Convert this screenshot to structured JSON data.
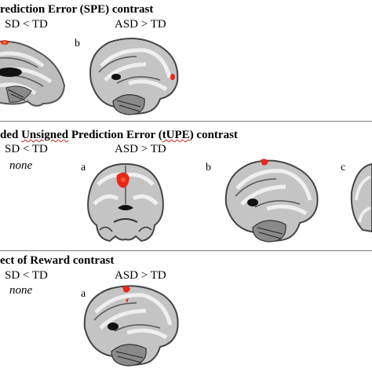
{
  "panels": [
    {
      "title_pre": "rediction Error (SPE) contrast",
      "col1": "SD < TD",
      "col2": "ASD > TD",
      "letters": [
        "b"
      ]
    },
    {
      "title_pre": "ded ",
      "title_squig": "Unsigned",
      "title_post": " Prediction Error (",
      "title_squig2": "tUPE",
      "title_end": ") contrast",
      "col1": "SD < TD",
      "col1_none": "none",
      "col2": "ASD > TD",
      "letters": [
        "a",
        "b",
        "c"
      ]
    },
    {
      "title_pre": "ect of Reward contrast",
      "col1": "SD < TD",
      "col1_none": "none",
      "col2": "ASD > TD",
      "letters": [
        "a"
      ]
    }
  ],
  "colors": {
    "activation": "#e8271b",
    "activation_hot": "#ff9a1a",
    "divider": "#7a7a7a"
  }
}
